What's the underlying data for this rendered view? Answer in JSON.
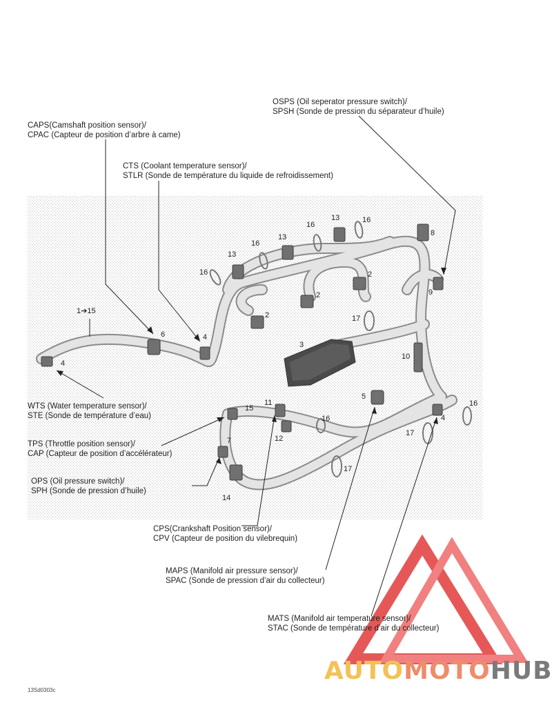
{
  "labels": {
    "osps": [
      "OSPS (Oil seperator pressure switch)/",
      "SPSH (Sonde de pression du séparateur d’huile)"
    ],
    "caps": [
      "CAPS(Camshaft position sensor)/",
      "CPAC (Capteur de position d’arbre à came)"
    ],
    "cts": [
      "CTS (Coolant temperature sensor)/",
      "STLR (Sonde de température du liquide de refroidissement)"
    ],
    "wts": [
      "WTS (Water temperature sensor)/",
      "STE (Sonde de température d’eau)"
    ],
    "tps": [
      "TPS (Throttle position sensor)/",
      "CAP (Capteur de position d’accélérateur)"
    ],
    "ops": [
      "OPS (Oil pressure switch)/",
      "SPH (Sonde de pression d’huile)"
    ],
    "cps": [
      "CPS(Crankshaft Position sensor)/",
      "CPV (Capteur de position du vilebrequin)"
    ],
    "maps": [
      "MAPS (Manifold air pressure sensor)/",
      "SPAC (Sonde de pression d’air du collecteur)"
    ],
    "mats": [
      "MATS (Manifold air temperature sensor)/",
      "STAC (Sonde de température d’air du collecteur)"
    ]
  },
  "callouts": {
    "range": "1➔15",
    "n1": "16",
    "n2": "13",
    "n3": "16",
    "n4": "13",
    "n5": "16",
    "n6": "13",
    "n7": "16",
    "n8": "8",
    "n9": "2",
    "n10": "2",
    "n11": "9",
    "n12": "2",
    "n13": "17",
    "n14": "6",
    "n15": "4",
    "n16": "4",
    "n17": "3",
    "n18": "10",
    "n19": "5",
    "n20": "16",
    "n21": "4",
    "n22": "11",
    "n23": "15",
    "n24": "16",
    "n25": "12",
    "n26": "7",
    "n27": "17",
    "n28": "17",
    "n29": "14"
  },
  "watermark": {
    "part1": "AUTO",
    "part2": "MOTO",
    "part3": "HUB"
  },
  "figure_code": "13Sd0303c",
  "colors": {
    "harness": "#e2e2e2",
    "outline": "#8a8a8a",
    "connector": "#6d6d6d",
    "watermark_red": "#e23b3b"
  }
}
